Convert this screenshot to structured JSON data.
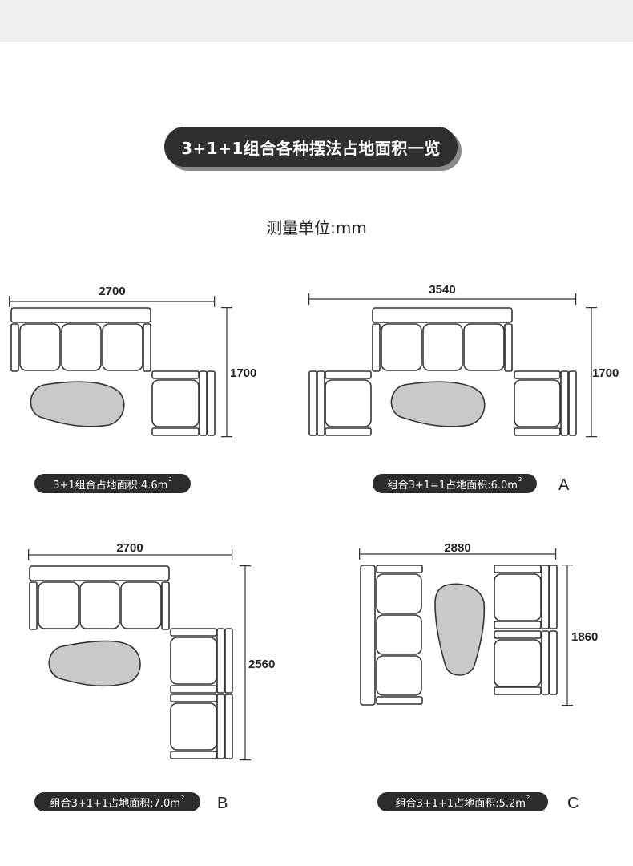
{
  "header": {
    "title": "3+1+1组合各种摆法占地面积一览",
    "unit_label": "测量单位:mm"
  },
  "layouts": [
    {
      "id": "top-left",
      "width_dim": "2700",
      "height_dim": "1700",
      "area_label": "3+1组合占地面积:4.6m",
      "area_sup": "2",
      "letter": ""
    },
    {
      "id": "A",
      "width_dim": "3540",
      "height_dim": "1700",
      "area_label": "组合3+1=1占地面积:6.0m",
      "area_sup": "2",
      "letter": "A"
    },
    {
      "id": "B",
      "width_dim": "2700",
      "height_dim": "2560",
      "area_label": "组合3+1+1占地面积:7.0m",
      "area_sup": "2",
      "letter": "B"
    },
    {
      "id": "C",
      "width_dim": "2880",
      "height_dim": "1860",
      "area_label": "组合3+1+1占地面积:5.2m",
      "area_sup": "2",
      "letter": "C"
    }
  ],
  "colors": {
    "pill_bg": "#2c2c2c",
    "title_bg": "#2f2f2f",
    "table_fill": "#c9c9c9",
    "line": "#333333"
  }
}
